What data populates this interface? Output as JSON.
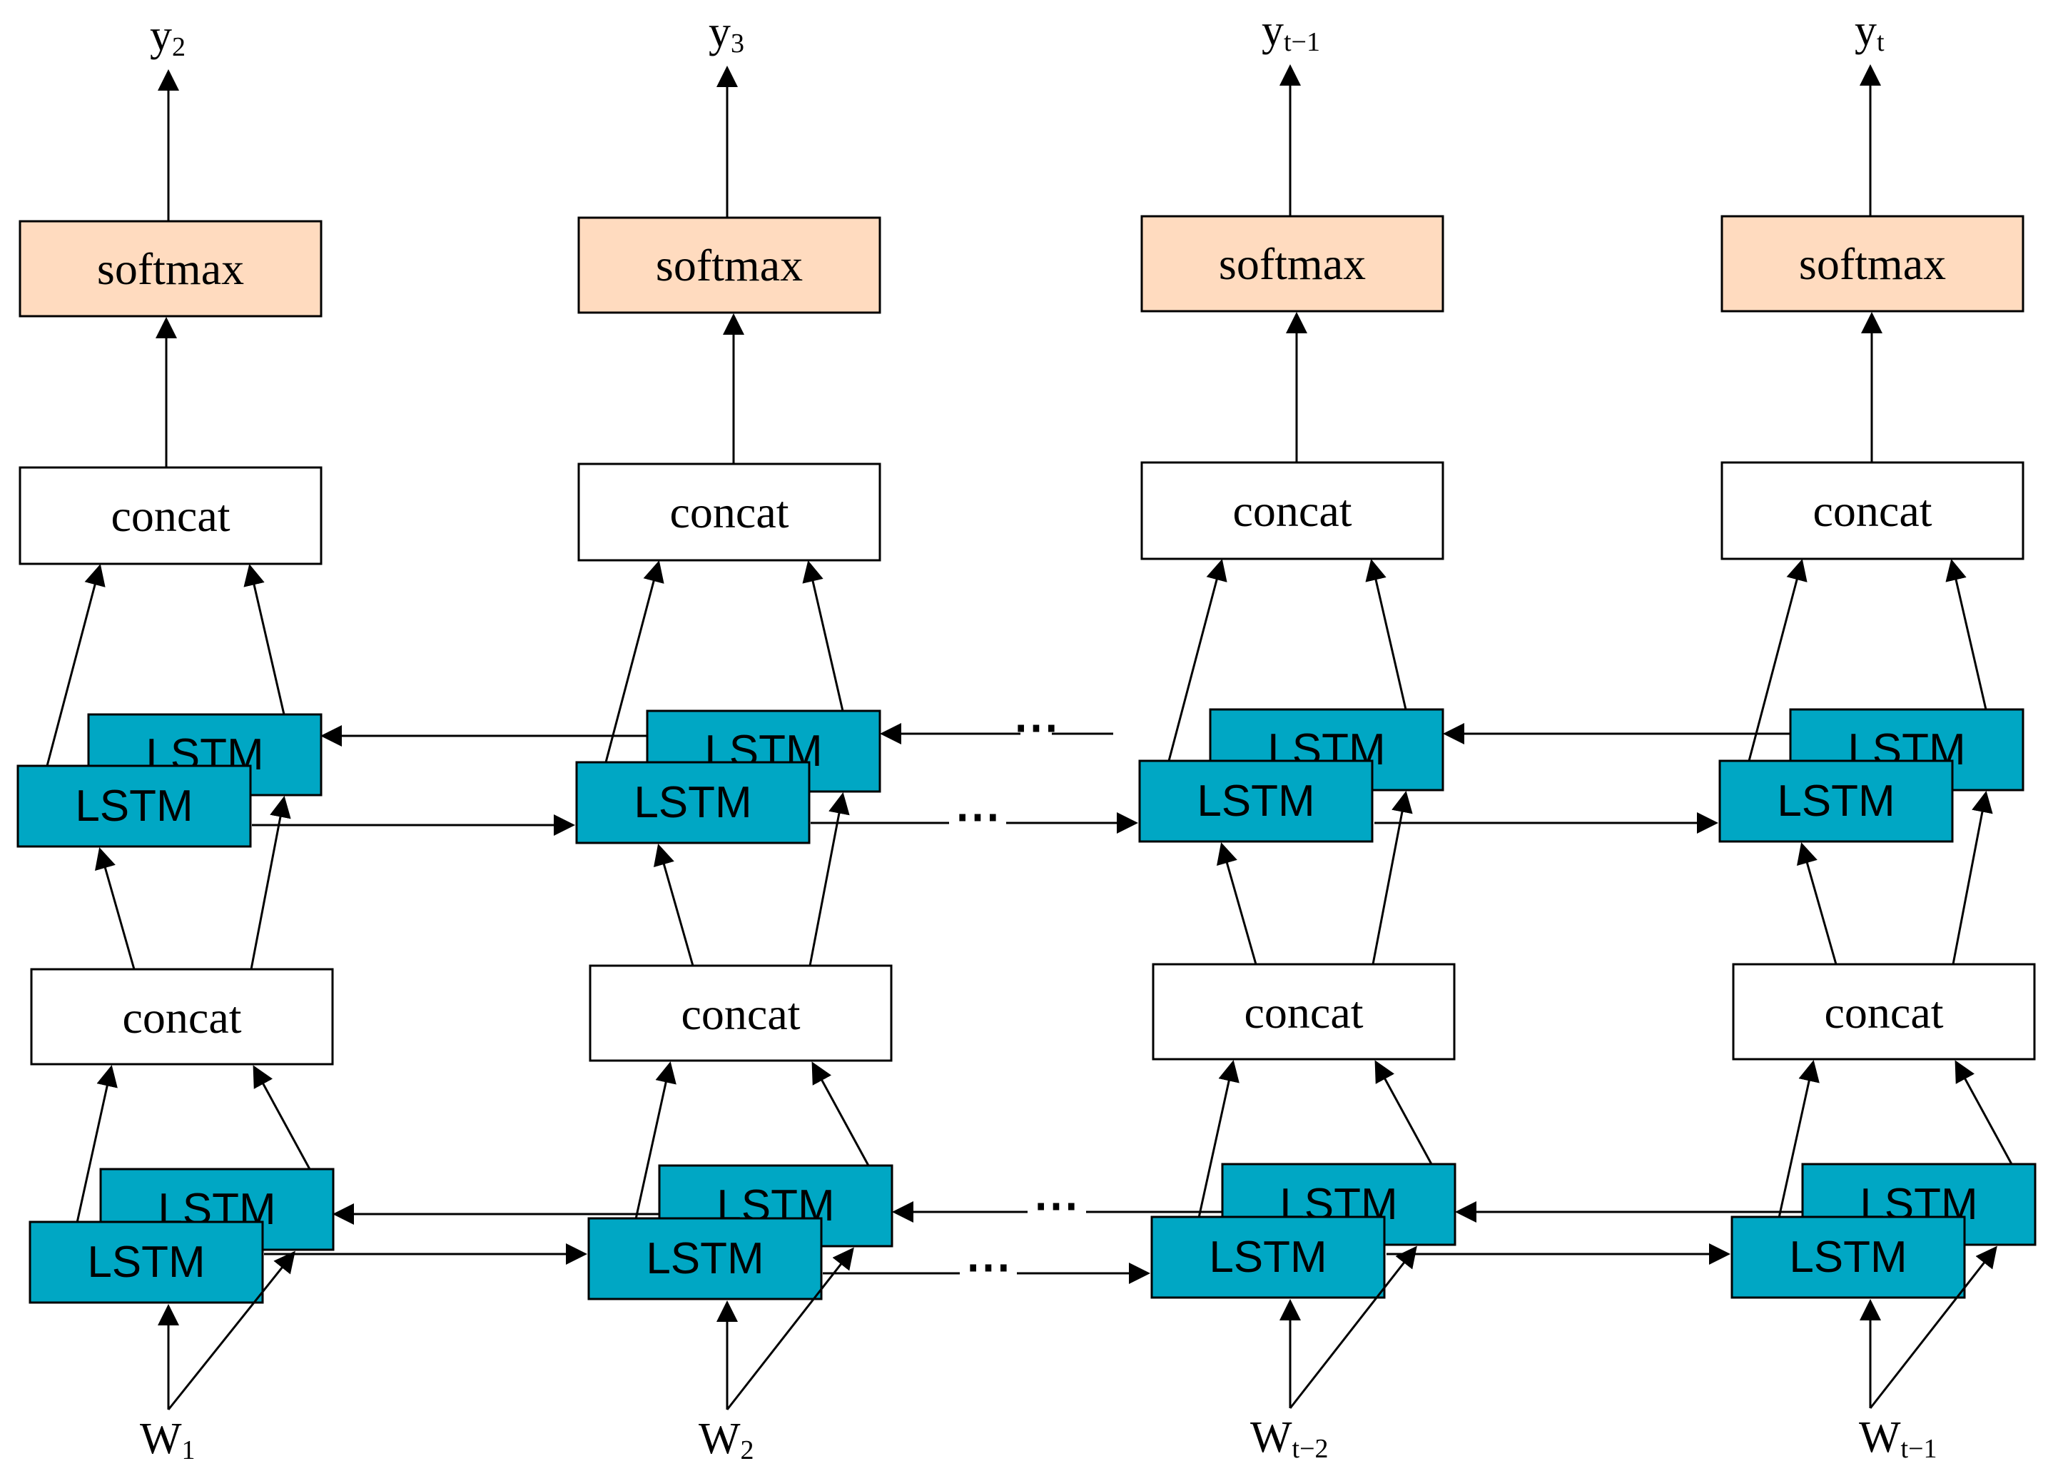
{
  "colors": {
    "softmax_fill": "#FFDBBF",
    "concat_fill": "#FFFFFF",
    "lstm_fill": "#00A7C4",
    "stroke": "#000000"
  },
  "labels": {
    "softmax": "softmax",
    "concat": "concat",
    "lstm": "LSTM",
    "dots": "⋯"
  },
  "columns": [
    {
      "output": {
        "main": "y",
        "sub": "2"
      },
      "input": {
        "main": "W",
        "sub": "1"
      }
    },
    {
      "output": {
        "main": "y",
        "sub": "3"
      },
      "input": {
        "main": "W",
        "sub": "2"
      }
    },
    {
      "output": {
        "main": "y",
        "sub": "t−1"
      },
      "input": {
        "main": "W",
        "sub": "t−2"
      }
    },
    {
      "output": {
        "main": "y",
        "sub": "t"
      },
      "input": {
        "main": "W",
        "sub": "t−1"
      }
    }
  ]
}
